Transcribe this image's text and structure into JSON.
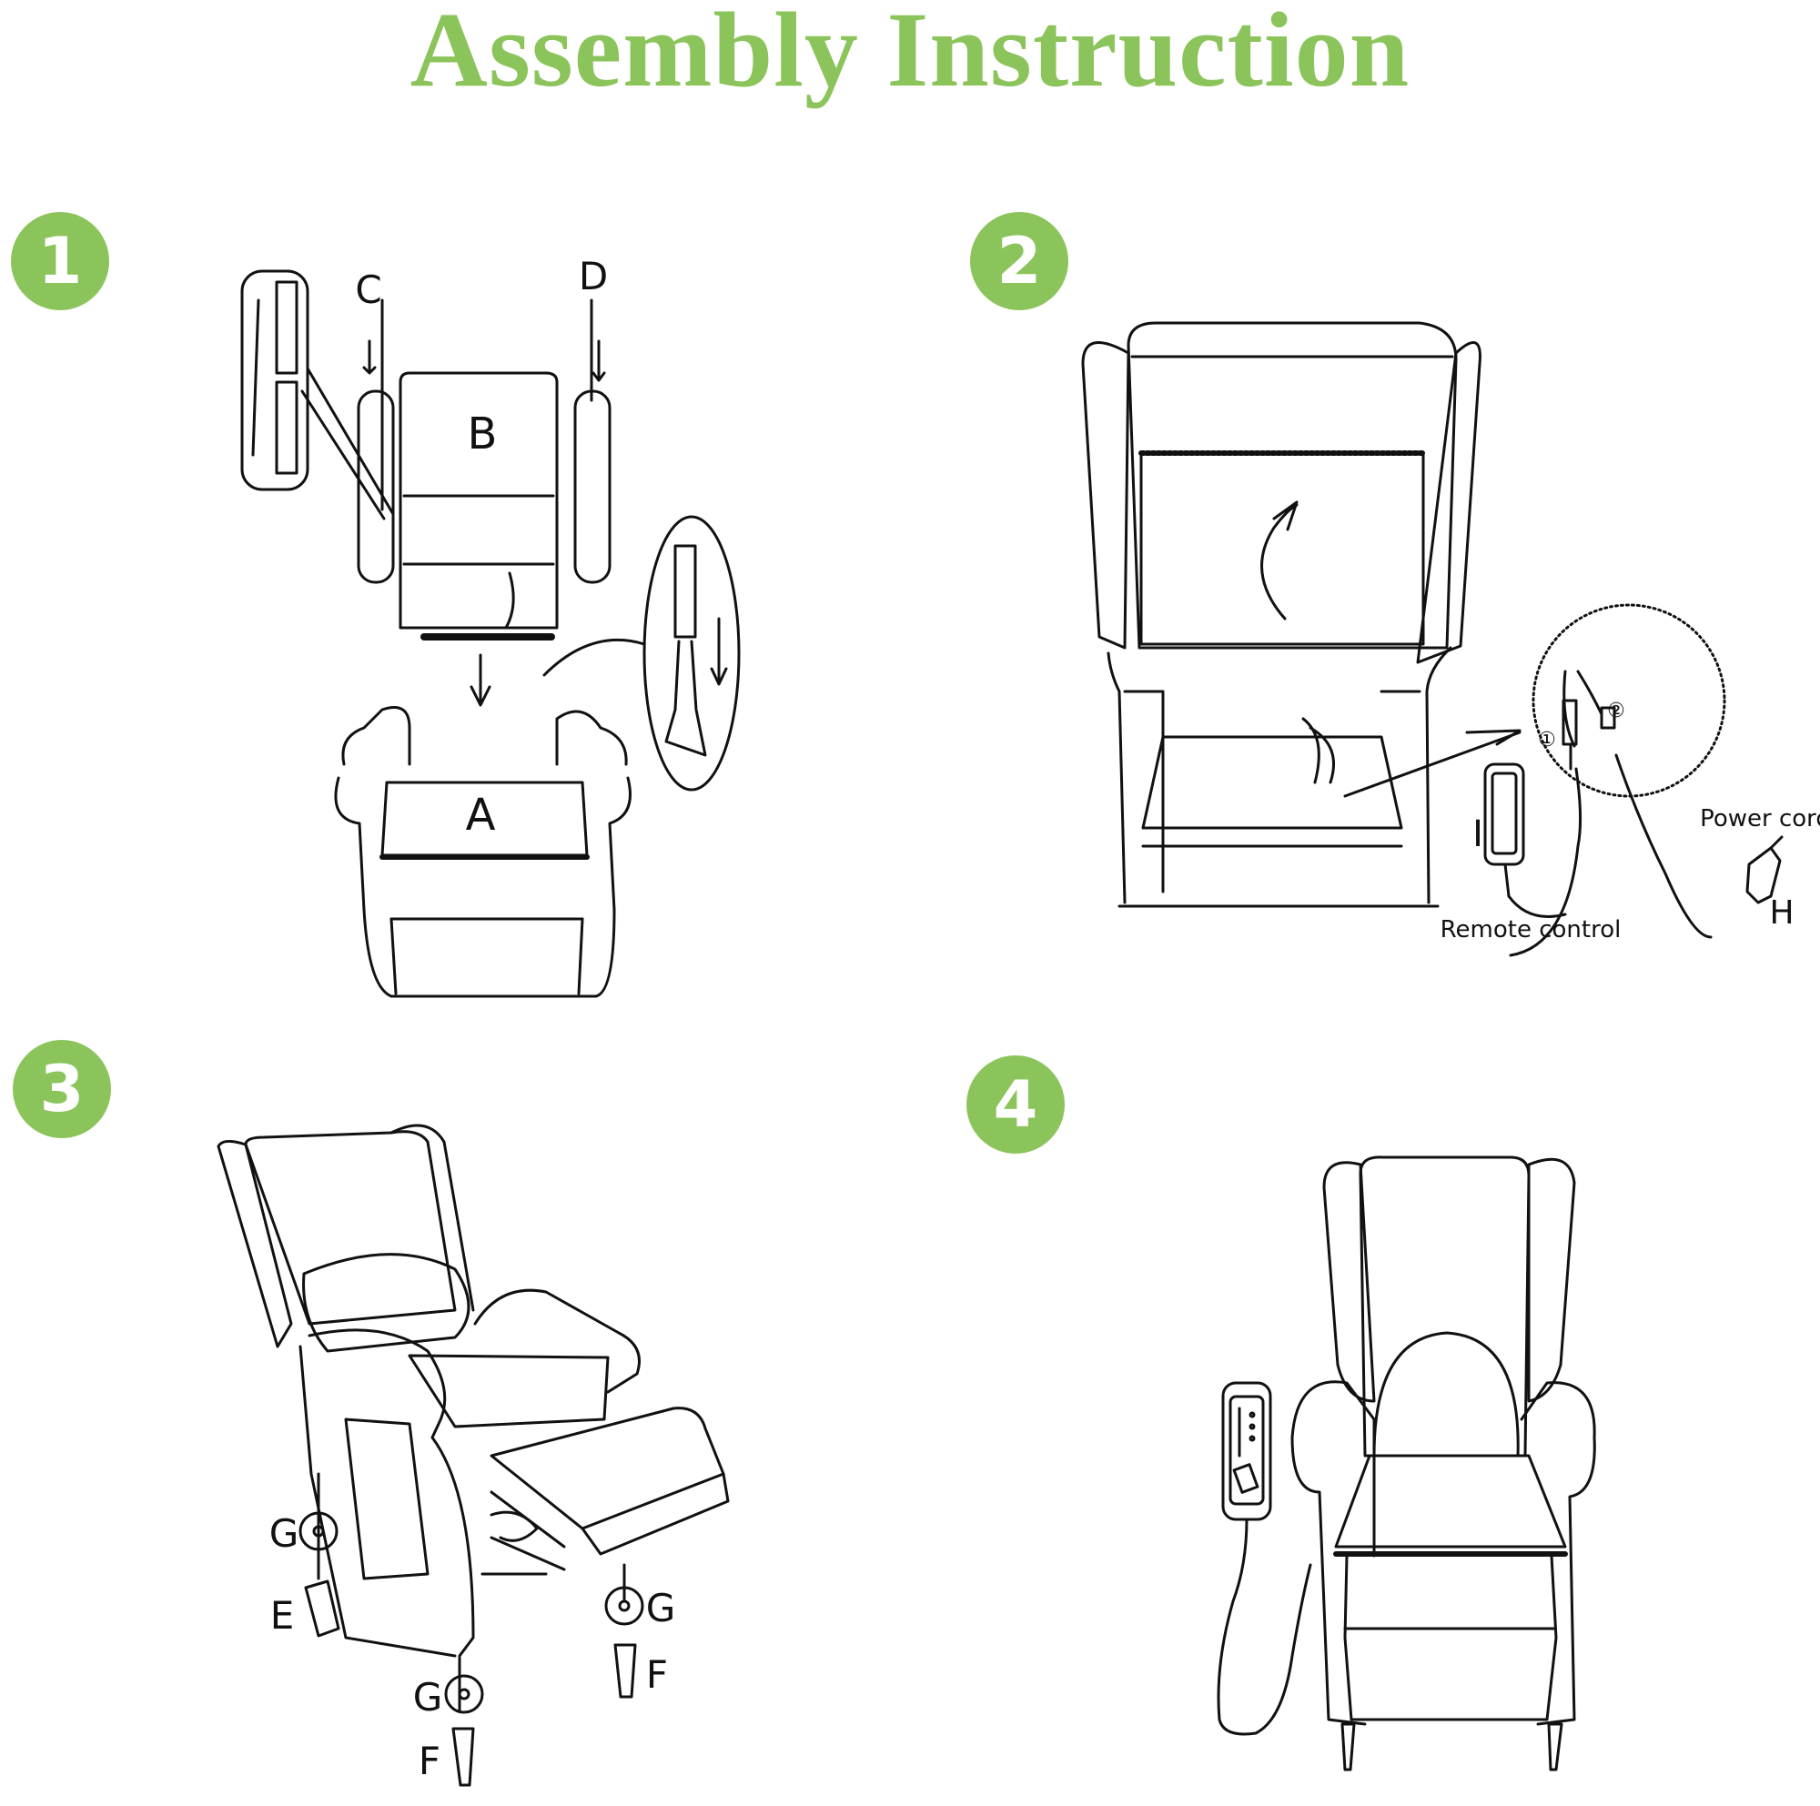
{
  "title": "Assembly Instruction",
  "accent_color": "#8cc45c",
  "steps": [
    {
      "number": "1",
      "labels": {
        "c": "C",
        "d": "D",
        "b": "B",
        "a": "A"
      }
    },
    {
      "number": "2",
      "labels": {
        "i": "I",
        "h": "H",
        "power_cord": "Power cord",
        "remote_control": "Remote control",
        "plug1": "①",
        "plug2": "②"
      }
    },
    {
      "number": "3",
      "labels": {
        "g1": "G",
        "e": "E",
        "g2": "G",
        "f1": "F",
        "g3": "G",
        "f2": "F"
      }
    },
    {
      "number": "4",
      "labels": {}
    }
  ]
}
